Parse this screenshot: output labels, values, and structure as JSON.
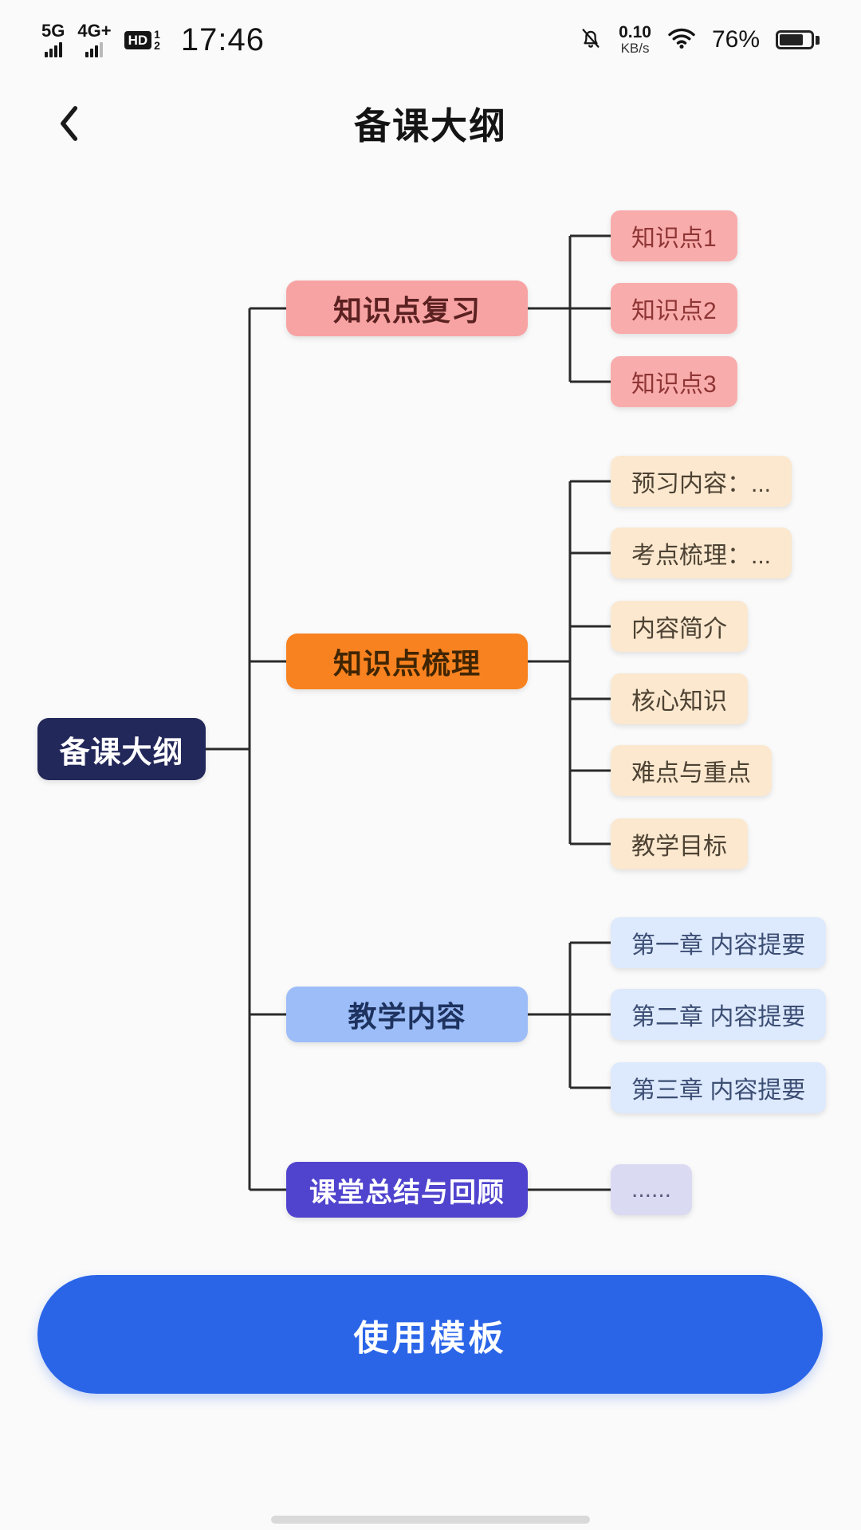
{
  "status_bar": {
    "signal_primary": "5G",
    "signal_secondary": "4G+",
    "hd_label": "HD",
    "sim_slot_1": "1",
    "sim_slot_2": "2",
    "time": "17:46",
    "net_speed": "0.10",
    "net_speed_unit": "KB/s",
    "battery": "76%"
  },
  "header": {
    "title": "备课大纲"
  },
  "icons": {
    "back": "chevron-left-icon",
    "mute": "bell-slash-icon",
    "wifi": "wifi-icon",
    "battery": "battery-icon"
  },
  "mindmap": {
    "root": {
      "label": "备课大纲"
    },
    "branches": [
      {
        "label": "知识点复习",
        "children": [
          {
            "label": "知识点1"
          },
          {
            "label": "知识点2"
          },
          {
            "label": "知识点3"
          }
        ]
      },
      {
        "label": "知识点梳理",
        "children": [
          {
            "label": "预习内容：..."
          },
          {
            "label": "考点梳理：..."
          },
          {
            "label": "内容简介"
          },
          {
            "label": "核心知识"
          },
          {
            "label": "难点与重点"
          },
          {
            "label": "教学目标"
          }
        ]
      },
      {
        "label": "教学内容",
        "children": [
          {
            "label": "第一章 内容提要"
          },
          {
            "label": "第二章 内容提要"
          },
          {
            "label": "第三章 内容提要"
          }
        ]
      },
      {
        "label": "课堂总结与回顾",
        "children": [
          {
            "label": "......"
          }
        ]
      }
    ]
  },
  "colors": {
    "root_node": "#23285a",
    "branch_1": "#f8a3a3",
    "branch_2": "#f8821f",
    "branch_3": "#9dbdf8",
    "branch_4": "#5044ce",
    "child_pink": "#f9acac",
    "child_peach": "#fbe8cf",
    "child_blue": "#dde9fc",
    "child_lavender": "#dadaf3",
    "primary_button": "#2a65e8",
    "connector": "#2a2a2a"
  },
  "footer": {
    "button_label": "使用模板"
  }
}
